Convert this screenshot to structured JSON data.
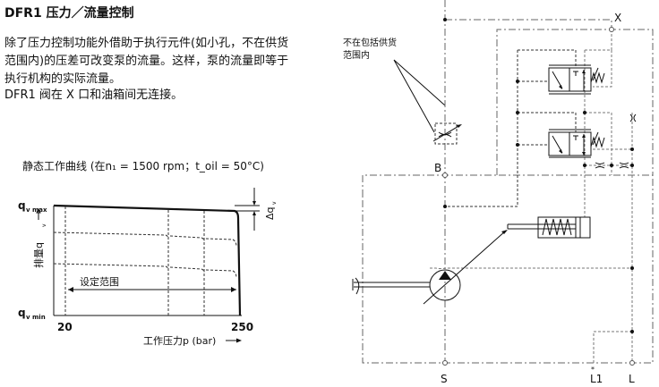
{
  "title": "DFR1 压力／流量控制",
  "paragraph": [
    "除了压力控制功能外借助于执行元件(如小孔，不在供货",
    "范围内)的压差可改变泵的流量。这样，泵的流量即等于",
    "执行机构的实际流量。",
    "DFR1 阀在 X 口和油箱间无连接。"
  ],
  "chart": {
    "title": "静态工作曲线 (在n₁ = 1500 rpm；t_oil = 50°C)",
    "y_top_label": "q",
    "y_top_sub": "v max",
    "y_bottom_label": "q",
    "y_bottom_sub": "v min",
    "y_axis_label": "排量q",
    "y_axis_sub": "v",
    "delta_label": "Δq",
    "delta_sub": "v",
    "range_label": "设定范围",
    "x_tick_min": "20",
    "x_tick_max": "250",
    "x_axis_label": "工作压力p  (bar)"
  },
  "diagram": {
    "note": [
      "不在包括供货",
      "范围内"
    ],
    "ports": {
      "x": "X",
      "b": "B",
      "s": "S",
      "l1": "L1",
      "l": "L"
    }
  }
}
